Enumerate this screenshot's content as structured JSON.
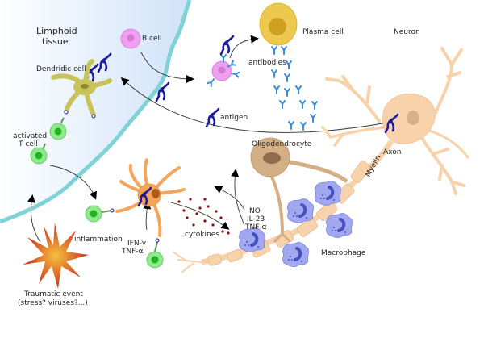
{
  "diagram": {
    "title": "Neuroinflammation and autoimmune response",
    "labels": {
      "lymphoid_tissue_line1": "Limphoid",
      "lymphoid_tissue_line2": "tissue",
      "b_cell": "B cell",
      "plasma_cell": "Plasma cell",
      "neuron": "Neuron",
      "dendritic_cell": "Dendridic cell",
      "antibodies": "antibodies",
      "antigen": "antigen",
      "activated_t_cell_line1": "activated",
      "activated_t_cell_line2": "T cell",
      "oligodendrocyte": "Oligodendrocyte",
      "axon": "Axon",
      "myelin": "Myelin",
      "inflammation": "inflammation",
      "ifn_gamma": "IFN-γ",
      "tnf_alpha_left": "TNF-α",
      "cytokines": "cytokines",
      "no": "NO",
      "il23": "IL-23",
      "tnf_alpha_right": "TNF-α",
      "macrophage": "Macrophage",
      "traumatic_event_line1": "Traumatic event",
      "traumatic_event_line2": "(stress? viruses?...)"
    },
    "colors": {
      "lymphoid_fill": "#dbe9f9",
      "lymphoid_border": "#7fd3d6",
      "b_cell": "#f09ef0",
      "b_cell_nucleus": "#d47ad4",
      "plasma_cell": "#ecc94e",
      "plasma_nucleus": "#cf9f22",
      "antibody": "#3a8ed8",
      "antigen": "#1c1c9a",
      "t_cell": "#8ee88e",
      "t_cell_nucleus": "#1fb31f",
      "dendritic_cell": "#c8c25a",
      "microglia": "#f5a55a",
      "neuron": "#f7d2aa",
      "oligodendrocyte": "#d4ae84",
      "macrophage": "#a2a8f0",
      "macrophage_nucleus": "#4850c0",
      "cytokine": "#8b1010",
      "trauma": "#e05a1a"
    }
  }
}
